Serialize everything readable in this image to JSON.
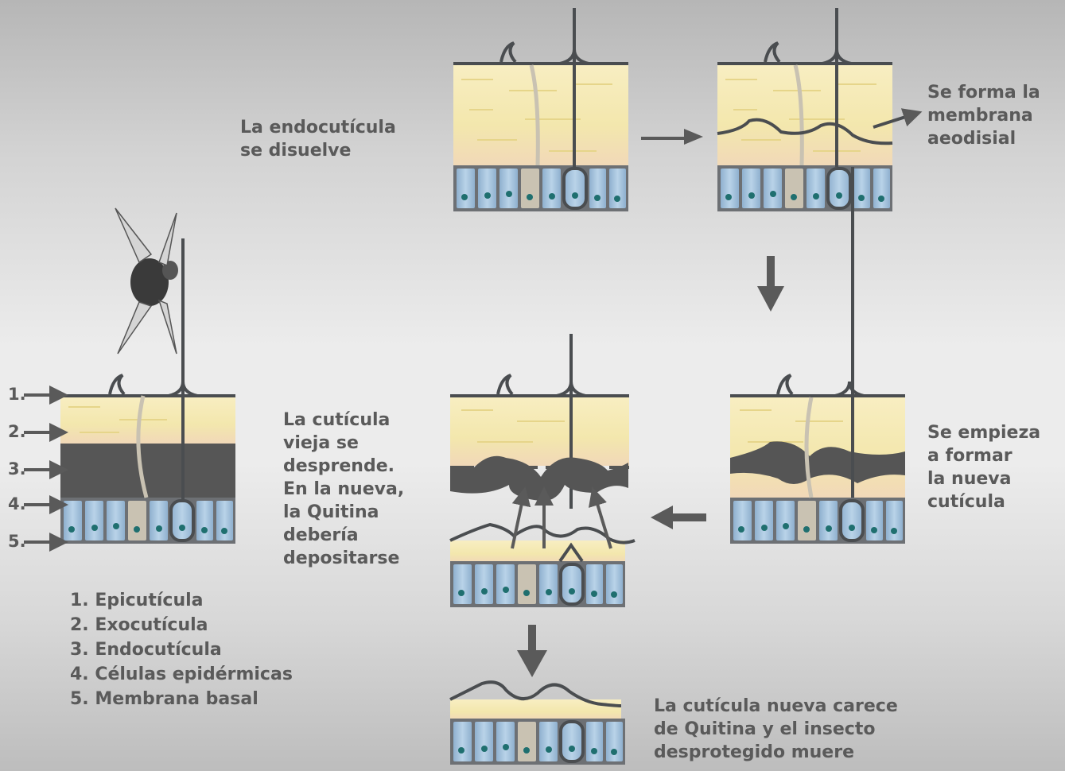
{
  "labels": {
    "endo_dissolves": "La endocutícula\nse disuelve",
    "membrane_forms": "Se forma la\nmembrana\naeodisial",
    "new_cuticle_starts": "Se empieza\na formar\nla nueva\ncutícula",
    "old_cuticle_detaches": "La cutícula\nvieja se\ndesprende.\nEn la nueva,\nla Quitina\ndebería\ndepositarse",
    "insect_dies": "La cutícula nueva carece\nde Quitina y el insecto\ndesprotegido muere"
  },
  "layer_numbers": [
    "1.",
    "2.",
    "3.",
    "4.",
    "5."
  ],
  "legend": [
    "1. Epicutícula",
    "2. Exocutícula",
    "3. Endocutícula",
    "4. Células epidérmicas",
    "5. Membrana basal"
  ],
  "colors": {
    "outline": "#4a4d50",
    "cuticle_yellow": "#f4e8b0",
    "endocuticle": "#555555",
    "epidermal_cell": "#a7c3db",
    "nucleus": "#1f6f6f",
    "arrow": "#5a5a5a"
  }
}
